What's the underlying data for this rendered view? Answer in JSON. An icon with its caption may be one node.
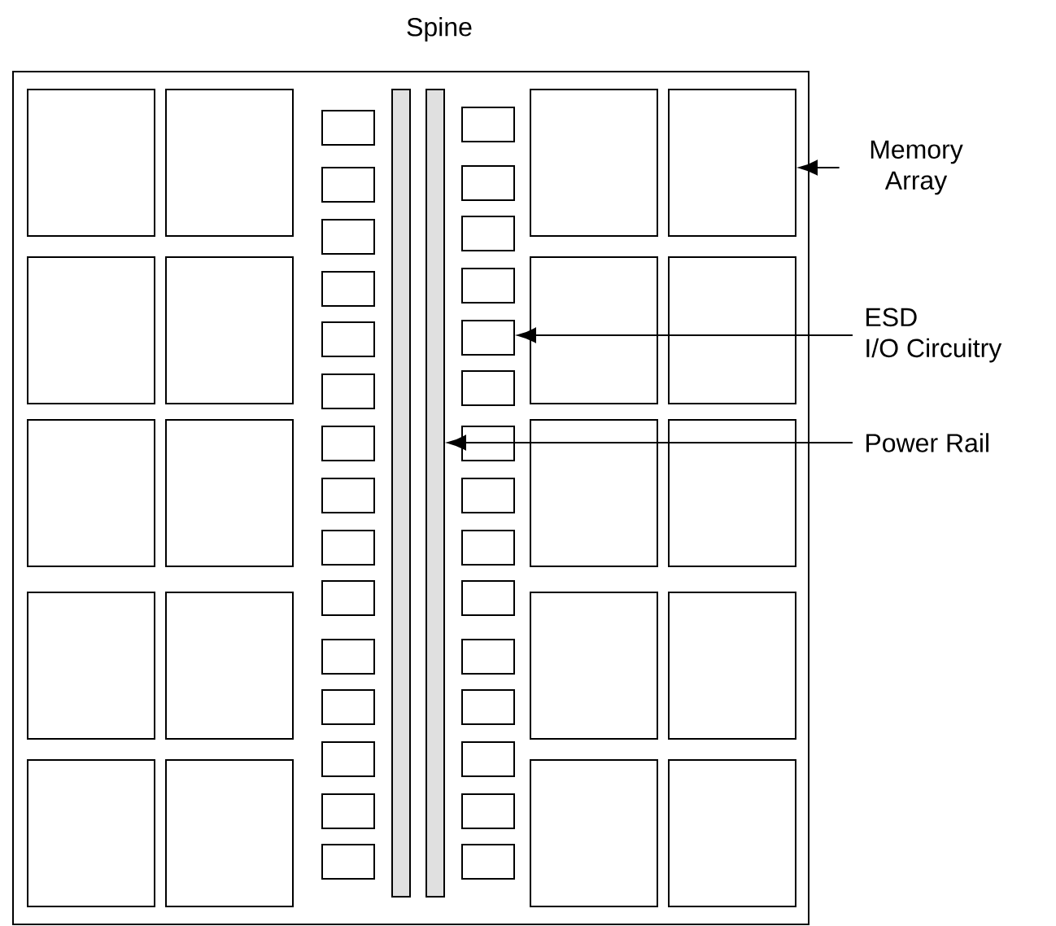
{
  "diagram": {
    "nodes": [
      {
        "text": [],
        "shape": "box"
      },
      {
        "text": [],
        "shape": "box",
        "in": 0
      },
      {
        "text": [],
        "shape": "box",
        "in": 0
      },
      {
        "text": [],
        "shape": "box",
        "in": 0
      },
      {
        "text": [],
        "shape": "box",
        "in": 0
      },
      {
        "text": [],
        "shape": "box",
        "in": 0
      },
      {
        "text": [],
        "shape": "box",
        "in": 0
      },
      {
        "text": [],
        "shape": "box",
        "in": 0
      },
      {
        "text": [],
        "shape": "box",
        "in": 0
      },
      {
        "text": [],
        "shape": "box",
        "in": 0
      },
      {
        "text": [],
        "shape": "box",
        "in": 0
      },
      {
        "text": [],
        "shape": "box",
        "in": 0
      },
      {
        "text": [],
        "shape": "box",
        "in": 0
      },
      {
        "text": [],
        "shape": "box",
        "in": 0
      },
      {
        "text": [],
        "shape": "box",
        "in": 0
      },
      {
        "text": [],
        "shape": "box",
        "in": 0
      },
      {
        "text": [],
        "shape": "box",
        "in": 0
      },
      {
        "text": [],
        "shape": "box",
        "in": 0
      },
      {
        "text": [],
        "shape": "box",
        "in": 0
      },
      {
        "text": [],
        "shape": "box",
        "in": 0
      },
      {
        "text": [],
        "shape": "box",
        "in": 0
      },
      {
        "text": [],
        "shape": "box",
        "in": 0
      },
      {
        "text": [],
        "shape": "box",
        "in": 0
      },
      {
        "text": [],
        "shape": "box",
        "in": 0
      },
      {
        "text": [],
        "shape": "box",
        "in": 0
      },
      {
        "text": [],
        "shape": "box",
        "in": 0
      },
      {
        "text": [],
        "shape": "box",
        "in": 0
      },
      {
        "text": [],
        "shape": "box",
        "in": 0
      },
      {
        "text": [],
        "shape": "box",
        "in": 0
      },
      {
        "text": [],
        "shape": "box",
        "in": 0
      },
      {
        "text": [],
        "shape": "box",
        "in": 0
      },
      {
        "text": [],
        "shape": "box",
        "in": 0
      },
      {
        "text": [],
        "shape": "box",
        "in": 0
      },
      {
        "text": [],
        "shape": "box",
        "in": 0
      },
      {
        "text": [],
        "shape": "box",
        "in": 0
      },
      {
        "text": [],
        "shape": "box",
        "in": 0
      },
      {
        "text": [],
        "shape": "bar",
        "in": 0
      },
      {
        "text": [],
        "shape": "bar",
        "in": 0
      },
      {
        "text": [],
        "shape": "box",
        "in": 0
      },
      {
        "text": [],
        "shape": "box",
        "in": 0
      },
      {
        "text": [],
        "shape": "box",
        "in": 0
      },
      {
        "text": [],
        "shape": "box",
        "in": 0
      },
      {
        "text": [],
        "shape": "box",
        "in": 0
      },
      {
        "text": [],
        "shape": "box",
        "in": 0
      },
      {
        "text": [],
        "shape": "box",
        "in": 0
      },
      {
        "text": [],
        "shape": "box",
        "in": 0
      },
      {
        "text": [],
        "shape": "box",
        "in": 0
      },
      {
        "text": [],
        "shape": "box",
        "in": 0
      },
      {
        "text": [],
        "shape": "box",
        "in": 0
      },
      {
        "text": [],
        "shape": "box",
        "in": 0
      },
      {
        "text": [],
        "shape": "box",
        "in": 0
      },
      {
        "text": [],
        "shape": "box",
        "in": 0
      },
      {
        "text": [],
        "shape": "box",
        "in": 0
      },
      {
        "text": [
          "Memory Array"
        ]
      },
      {
        "text": [
          "ESD I/O Circuitry"
        ]
      },
      {
        "text": [
          "Power Rail"
        ]
      }
    ],
    "edges": [
      {
        "from": 53,
        "to": 4,
        "arrow": "to"
      },
      {
        "from": 54,
        "to": 42,
        "arrow": "to"
      },
      {
        "from": 55,
        "to": 37,
        "arrow": "to"
      }
    ],
    "labels": [
      "Spine"
    ]
  }
}
